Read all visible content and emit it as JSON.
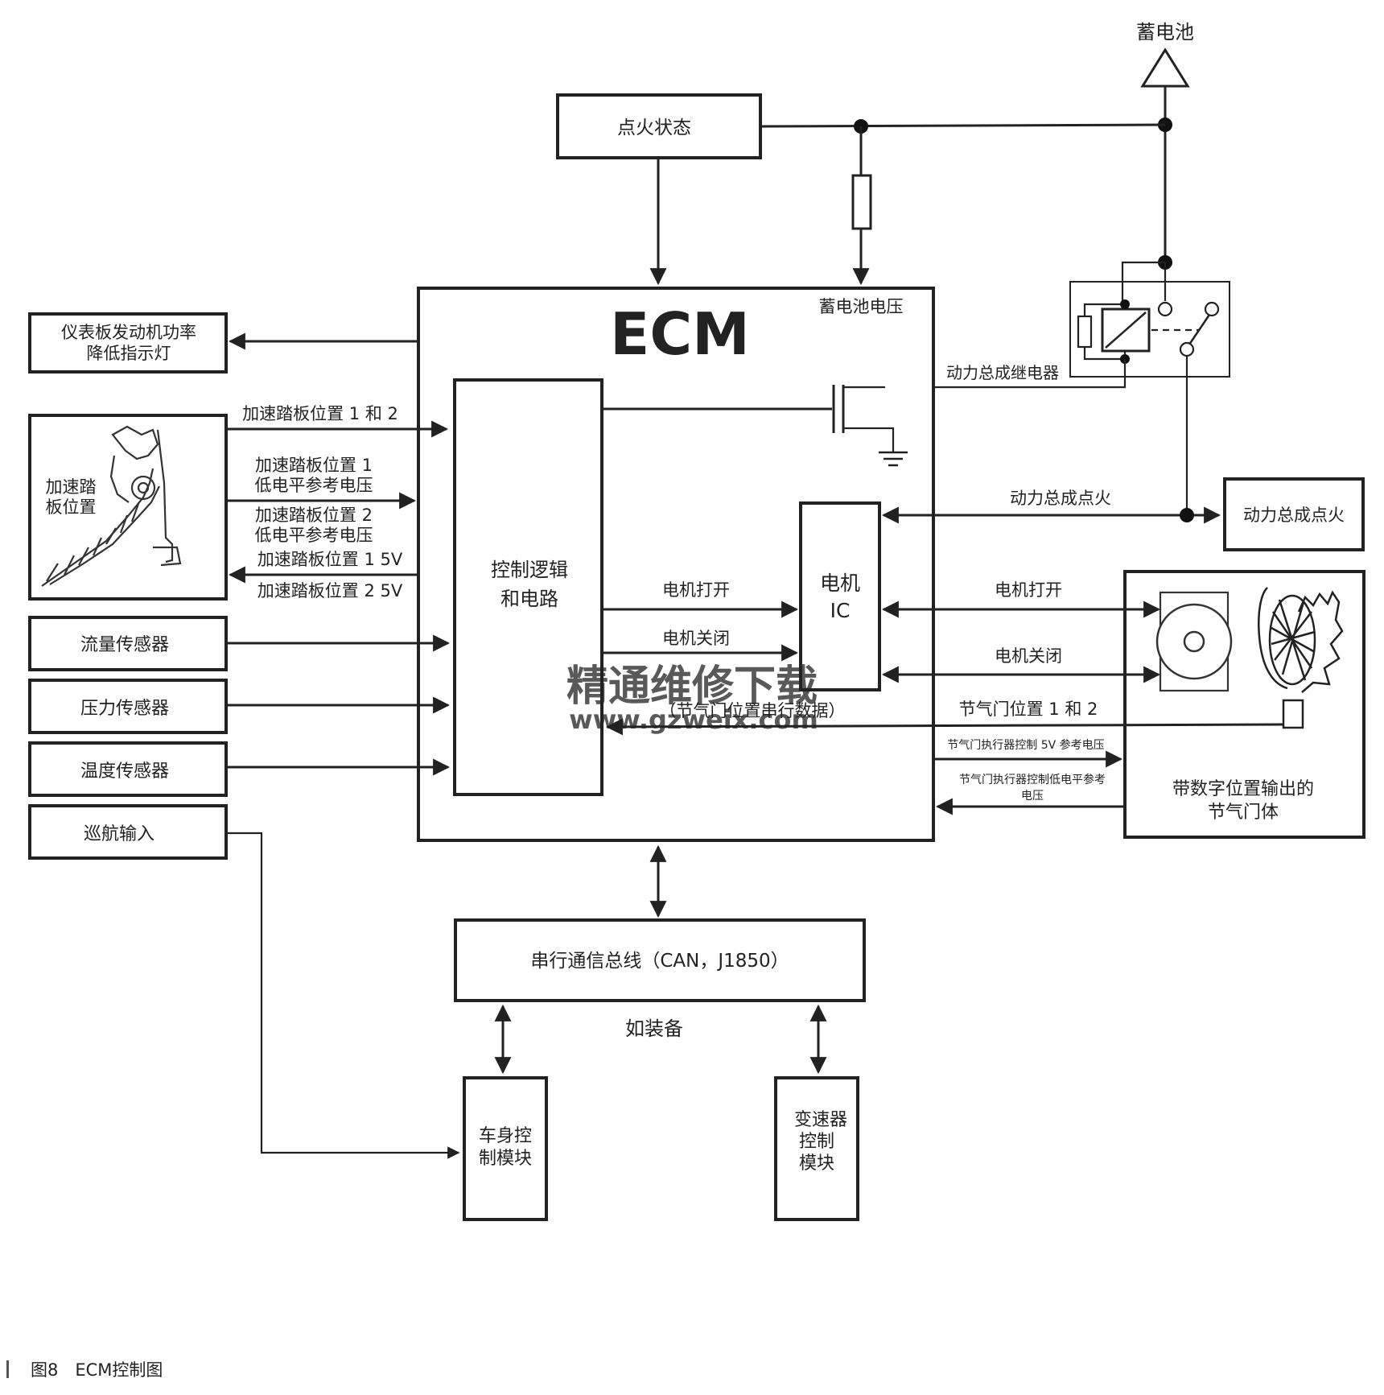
{
  "battery": "蓄电池",
  "ignition_status": "点火状态",
  "ecm": {
    "title": "ECM",
    "battery_voltage": "蓄电池电压",
    "control_logic": [
      "控制逻辑",
      "和电路"
    ],
    "motor_ic": [
      "电机",
      "IC"
    ]
  },
  "relay_label": "动力总成继电器",
  "powertrain_ignition_line": "动力总成点火",
  "powertrain_ignition_box": "动力总成点火",
  "reduced_power_lamp": [
    "仪表板发动机功率",
    "降低指示灯"
  ],
  "pedal_box": [
    "加速踏",
    "板位置"
  ],
  "pedal_signals": [
    "加速踏板位置 1 和 2",
    "加速踏板位置 1",
    "低电平参考电压",
    "加速踏板位置 2",
    "低电平参考电压",
    "加速踏板位置 1 5V",
    "加速踏板位置 2 5V"
  ],
  "sensors": [
    "流量传感器",
    "压力传感器",
    "温度传感器"
  ],
  "cruise_input": "巡航输入",
  "motor_open": "电机打开",
  "motor_close": "电机关闭",
  "throttle_serial_data": "（节气门位置串行数据）",
  "throttle_position": "节气门位置 1 和 2",
  "throttle_5v_ref": "节气门执行器控制 5V 参考电压",
  "throttle_low_ref": [
    "节气门执行器控制低电平参考",
    "电压"
  ],
  "throttle_body": [
    "带数字位置输出的",
    "节气门体"
  ],
  "serial_bus": "串行通信总线（CAN，J1850）",
  "if_equipped": "如装备",
  "body_control_module": [
    "车身控",
    "制模块"
  ],
  "transmission_module": [
    "变速器",
    "控制",
    "模块"
  ],
  "watermark": [
    "精通维修下载",
    "www.gzweix.com"
  ],
  "caption": "图8　ECM控制图"
}
